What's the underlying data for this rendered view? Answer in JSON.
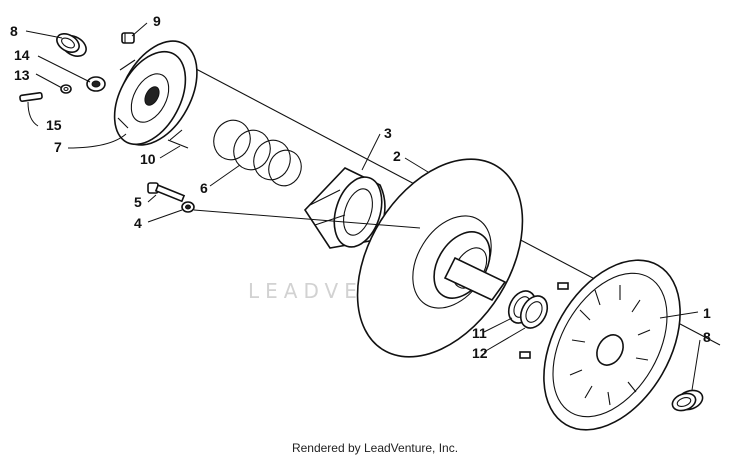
{
  "watermark": "LEADVENTURE",
  "credit": "Rendered by LeadVenture, Inc.",
  "callouts": {
    "c1": "1",
    "c2": "2",
    "c3": "3",
    "c4": "4",
    "c5": "5",
    "c6": "6",
    "c7": "7",
    "c8a": "8",
    "c8b": "8",
    "c9": "9",
    "c10": "10",
    "c11": "11",
    "c12": "12",
    "c13": "13",
    "c14": "14",
    "c15": "15"
  }
}
